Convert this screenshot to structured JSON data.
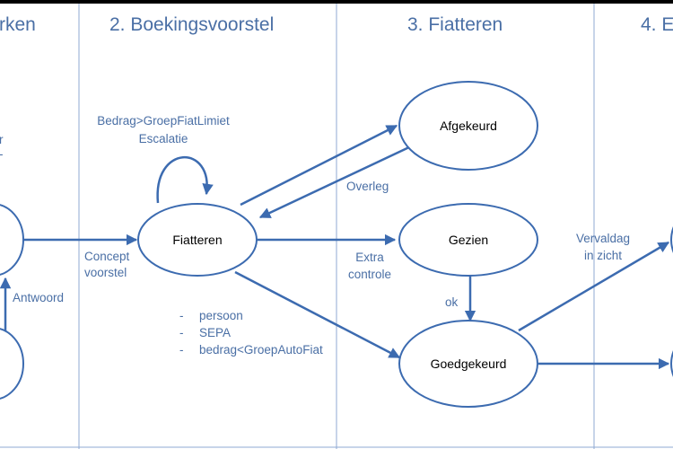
{
  "lanes": [
    {
      "title": "rken"
    },
    {
      "title": "2. Boekingsvoorstel"
    },
    {
      "title": "3. Fiatteren"
    },
    {
      "title": "4. E"
    }
  ],
  "nodes": {
    "fiatteren": "Fiatteren",
    "afgekeurd": "Afgekeurd",
    "gezien": "Gezien",
    "goedgekeurd": "Goedgekeurd"
  },
  "edge_labels": {
    "left_fragment_1": "r",
    "left_fragment_2": "-",
    "antwoord": "Antwoord",
    "concept_1": "Concept",
    "concept_2": "voorstel",
    "self_loop_1": "Bedrag>GroepFiatLimiet",
    "self_loop_2": "Escalatie",
    "overleg": "Overleg",
    "extra_1": "Extra",
    "extra_2": "controle",
    "ok": "ok",
    "vervaldag_1": "Vervaldag",
    "vervaldag_2": "in zicht",
    "bullets": [
      "persoon",
      "SEPA",
      "bedrag<GroepAutoFiat"
    ]
  },
  "colors": {
    "lane_title": "#4a6fa5",
    "node_stroke": "#3c6bb0",
    "edge": "#3c6bb0",
    "lane_separator": "#8faad3",
    "top_bar": "#000000"
  }
}
